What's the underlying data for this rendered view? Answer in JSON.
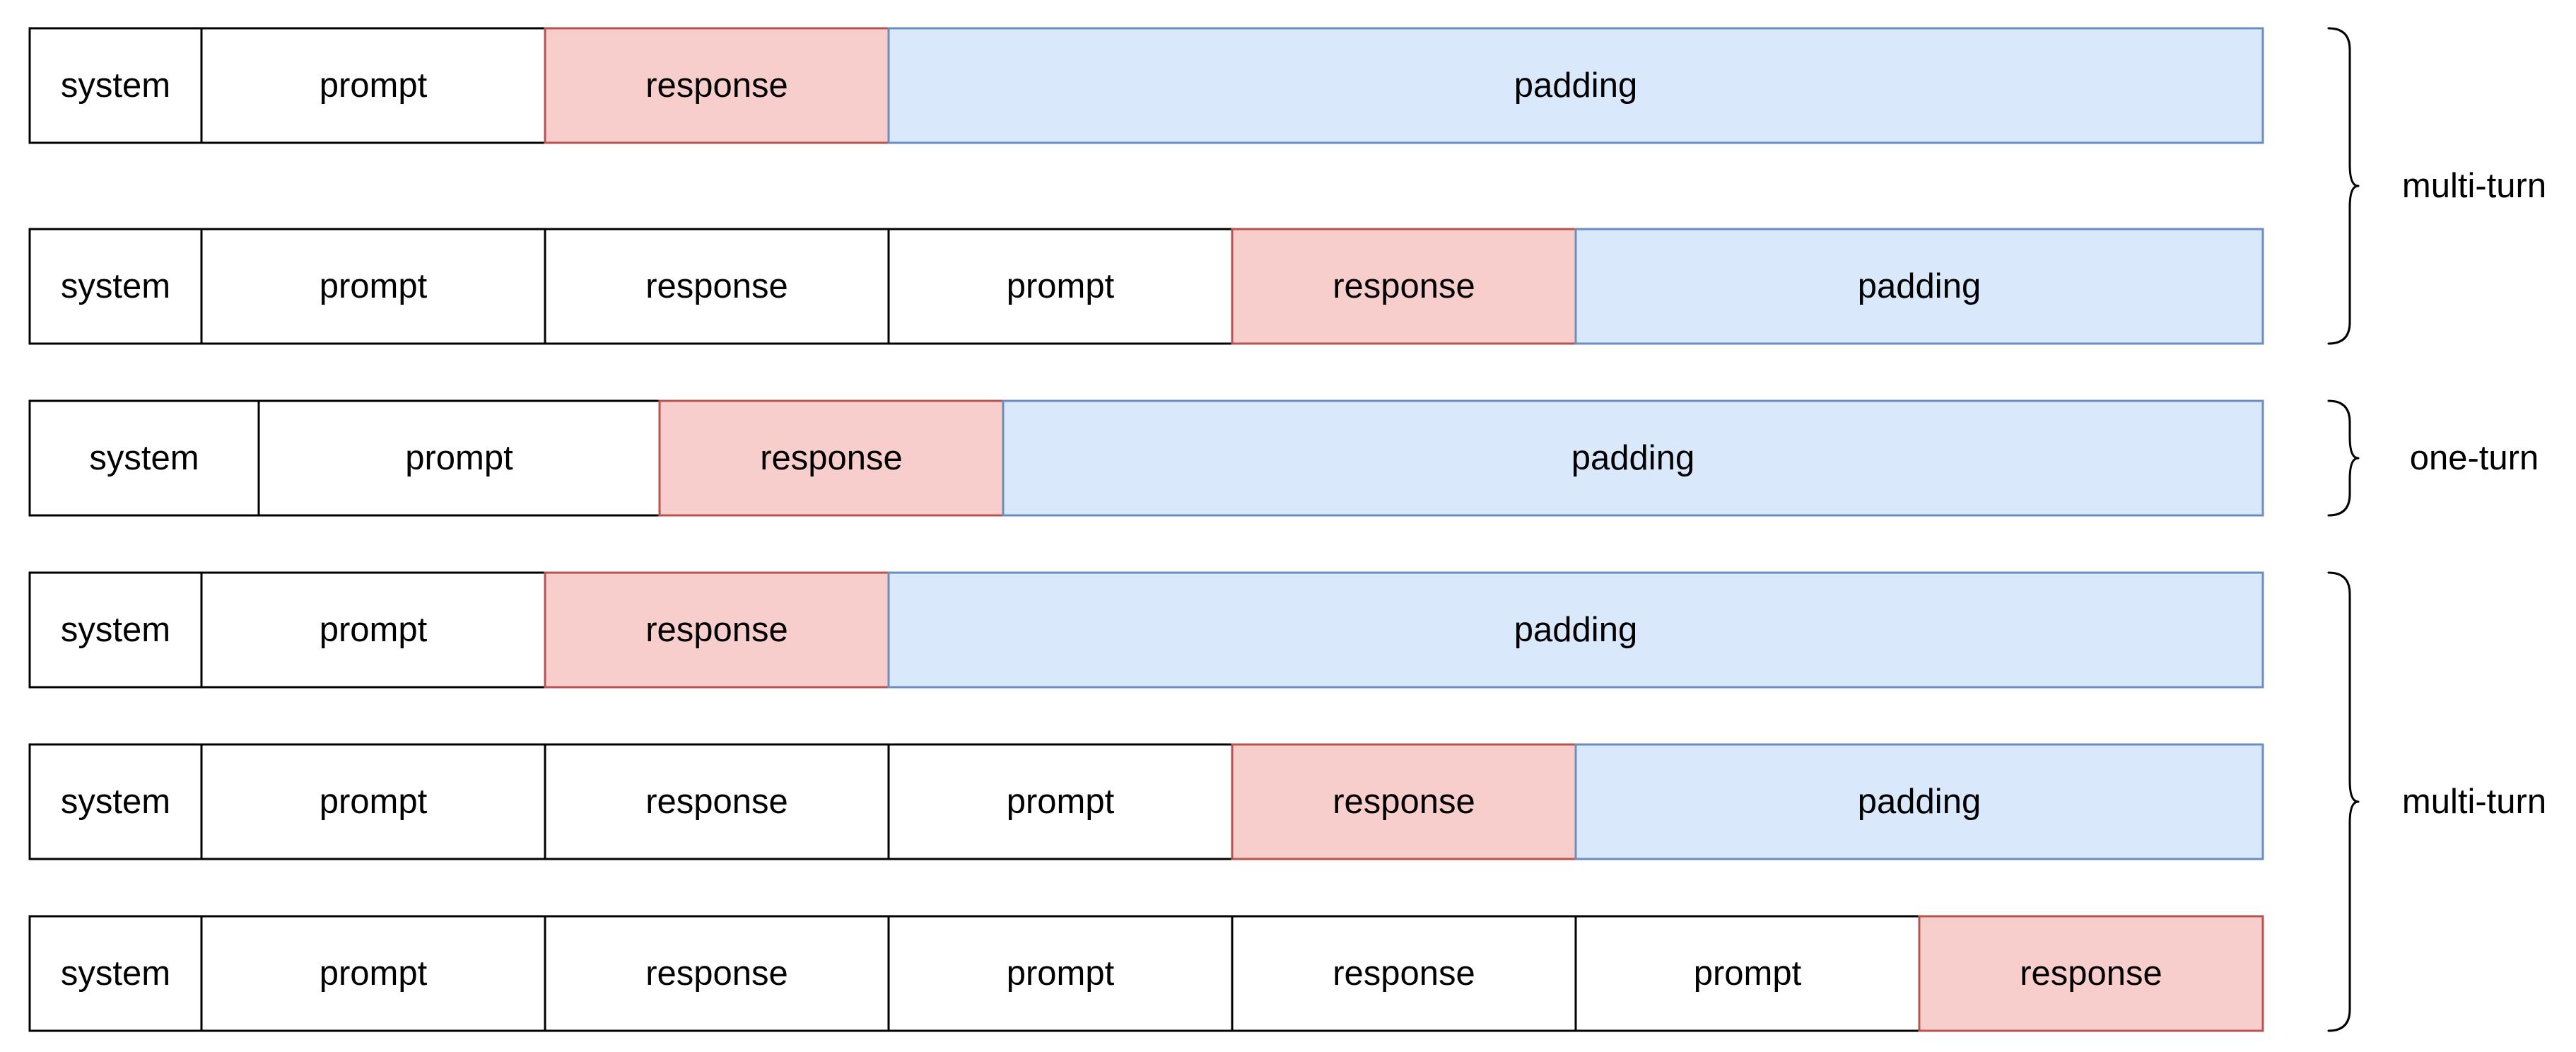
{
  "segment_styles": {
    "plain": {
      "fill": "#ffffff",
      "stroke": "#000000"
    },
    "target": {
      "fill": "#f8cecc",
      "stroke": "#b85450"
    },
    "padding": {
      "fill": "#dae8fc",
      "stroke": "#6c8ebf"
    }
  },
  "rows": [
    {
      "segments": [
        {
          "label": "system",
          "kind": "plain"
        },
        {
          "label": "prompt",
          "kind": "plain"
        },
        {
          "label": "response",
          "kind": "target"
        },
        {
          "label": "padding",
          "kind": "padding"
        }
      ]
    },
    {
      "segments": [
        {
          "label": "system",
          "kind": "plain"
        },
        {
          "label": "prompt",
          "kind": "plain"
        },
        {
          "label": "response",
          "kind": "plain"
        },
        {
          "label": "prompt",
          "kind": "plain"
        },
        {
          "label": "response",
          "kind": "target"
        },
        {
          "label": "padding",
          "kind": "padding"
        }
      ]
    },
    {
      "segments": [
        {
          "label": "system",
          "kind": "plain"
        },
        {
          "label": "prompt",
          "kind": "plain"
        },
        {
          "label": "response",
          "kind": "target"
        },
        {
          "label": "padding",
          "kind": "padding"
        }
      ]
    },
    {
      "segments": [
        {
          "label": "system",
          "kind": "plain"
        },
        {
          "label": "prompt",
          "kind": "plain"
        },
        {
          "label": "response",
          "kind": "target"
        },
        {
          "label": "padding",
          "kind": "padding"
        }
      ]
    },
    {
      "segments": [
        {
          "label": "system",
          "kind": "plain"
        },
        {
          "label": "prompt",
          "kind": "plain"
        },
        {
          "label": "response",
          "kind": "plain"
        },
        {
          "label": "prompt",
          "kind": "plain"
        },
        {
          "label": "response",
          "kind": "target"
        },
        {
          "label": "padding",
          "kind": "padding"
        }
      ]
    },
    {
      "segments": [
        {
          "label": "system",
          "kind": "plain"
        },
        {
          "label": "prompt",
          "kind": "plain"
        },
        {
          "label": "response",
          "kind": "plain"
        },
        {
          "label": "prompt",
          "kind": "plain"
        },
        {
          "label": "response",
          "kind": "plain"
        },
        {
          "label": "prompt",
          "kind": "plain"
        },
        {
          "label": "response",
          "kind": "target"
        }
      ]
    }
  ],
  "groups": [
    {
      "label": "multi-turn"
    },
    {
      "label": "one-turn"
    },
    {
      "label": "multi-turn"
    }
  ]
}
